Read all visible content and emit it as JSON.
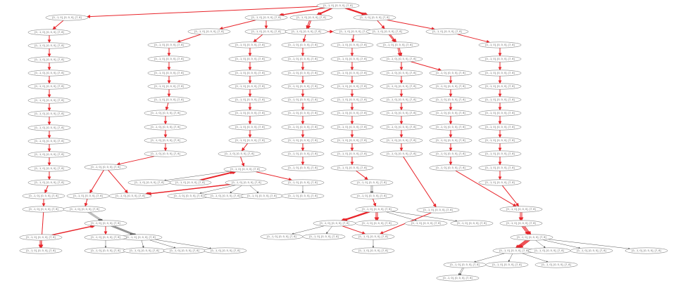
{
  "graph": {
    "title": "",
    "edge_colors": {
      "primary": "#e8242a",
      "secondary": "#444444"
    },
    "node_stroke": "#8a8a8a",
    "node_label": "[0, -1, 0], [0, 0, 0], [7, 8]",
    "nodes": [
      "[0, -1, 0], [0, 0, 0], [7, 8]",
      "[0, -1, 0], [0, 0, 0], [7, 8]",
      "[0, -1, 0], [0, 0, 0], [7, 8]",
      "[0, -1, 0], [0, 0, 0], [7, 8]",
      "[0, -1, 0], [0, 0, 0], [7, 8]",
      "[0, -1, 0], [0, 0, 0], [7, 8]",
      "[0, -1, 0], [0, 0, 0], [7, 8]",
      "[0, -1, 0], [0, 0, 0], [7, 8]",
      "[0, -1, 0], [0, 0, 0], [7, 8]",
      "[0, -1, 0], [0, 0, 0], [7, 8]",
      "[0, -1, 0], [0, 0, 0], [7, 8]",
      "[0, -1, 0], [0, 0, 0], [7, 8]",
      "[0, -1, 0], [0, 0, 0], [7, 8]",
      "[0, -1, 0], [0, 0, 0], [7, 8]",
      "[0, -1, 0], [0, 0, 0], [7, 8]",
      "[0, -1, 0], [0, 0, 0], [7, 8]",
      "[0, -1, 0], [0, 0, 0], [7, 8]",
      "[0, -1, 0], [0, 0, 0], [7, 8]",
      "[0, -1, 0], [0, 0, 0], [7, 8]",
      "[0, -1, 0], [0, 0, 0], [7, 8]",
      "[0, -1, 0], [0, 0, 0], [7, 8]",
      "[0, -1, 0], [0, 0, 0], [7, 8]",
      "[0, -1, 0], [0, 0, 0], [7, 8]",
      "[0, -1, 0], [0, 0, 0], [7, 8]",
      "[0, -1, 0], [0, 0, 0], [7, 8]",
      "[0, -1, 0], [0, 0, 0], [7, 8]",
      "[0, -1, 0], [0, 0, 0], [7, 8]",
      "[0, -1, 0], [0, 0, 0], [7, 8]",
      "[0, -1, 0], [0, 0, 0], [7, 8]",
      "[0, -1, 0], [0, 0, 0], [7, 8]",
      "[0, -1, 0], [0, 0, 0], [7, 8]",
      "[0, -1, 0], [0, 0, 0], [7, 8]",
      "[0, -1, 0], [0, 0, 0], [7, 8]",
      "[0, -1, 0], [0, 0, 0], [7, 8]",
      "[0, -1, 0], [0, 0, 0], [7, 8]",
      "[0, -1, 0], [0, 0, 0], [7, 8]",
      "[0, -1, 0], [0, 0, 0], [7, 8]",
      "[0, -1, 0], [0, 0, 0], [7, 8]",
      "[0, -1, 0], [0, 0, 0], [7, 8]",
      "[0, -1, 0], [0, 0, 0], [7, 8]",
      "[0, -1, 0], [0, 0, 0], [7, 8]",
      "[0, -1, 0], [0, 0, 0], [7, 8]",
      "[0, -1, 0], [0, 0, 0], [7, 8]",
      "[0, -1, 0], [0, 0, 0], [7, 8]",
      "[0, -1, 0], [0, 0, 0], [7, 8]",
      "[0, -1, 0], [0, 0, 0], [7, 8]",
      "[0, -1, 0], [0, 0, 0], [7, 8]",
      "[0, -1, 0], [0, 0, 0], [7, 8]",
      "[0, -1, 0], [0, 0, 0], [7, 8]",
      "[0, -1, 0], [0, 0, 0], [7, 8]",
      "[0, -1, 0], [0, 0, 0], [7, 8]",
      "[0, -1, 0], [0, 0, 0], [7, 8]",
      "[0, -1, 0], [0, 0, 0], [7, 8]",
      "[0, -1, 0], [0, 0, 0], [7, 8]",
      "[0, -1, 0], [0, 0, 0], [7, 8]",
      "[0, -1, 0], [0, 0, 0], [7, 8]",
      "[0, -1, 0], [0, 0, 0], [7, 8]",
      "[0, -1, 0], [0, 0, 0], [7, 8]",
      "[0, -1, 0], [0, 0, 0], [7, 8]",
      "[0, -1, 0], [0, 0, 0], [7, 8]",
      "[0, -1, 0], [0, 0, 0], [7, 8]",
      "[0, -1, 0], [0, 0, 0], [7, 8]",
      "[0, -1, 0], [0, 0, 0], [7, 8]",
      "[0, -1, 0], [0, 0, 0], [7, 8]",
      "[0, -1, 0], [0, 0, 0], [7, 8]",
      "[0, -1, 0], [0, 0, 0], [7, 8]",
      "[0, -1, 0], [0, 0, 0], [7, 8]",
      "[0, -1, 0], [0, 0, 0], [7, 8]",
      "[0, -1, 0], [0, 0, 0], [7, 8]",
      "[0, -1, 0], [0, 0, 0], [7, 8]",
      "[0, -1, 0], [0, 0, 0], [7, 8]",
      "[0, -1, 0], [0, 0, 0], [7, 8]",
      "[0, -1, 0], [0, 0, 0], [7, 8]",
      "[0, -1, 0], [0, 0, 0], [7, 8]",
      "[0, -1, 0], [0, 0, 0], [7, 8]",
      "[0, -1, 0], [0, 0, 0], [7, 8]",
      "[0, -1, 0], [0, 0, 0], [7, 8]",
      "[0, -1, 0], [0, 0, 0], [7, 8]",
      "[0, -1, 0], [0, 0, 0], [7, 8]",
      "[0, -1, 0], [0, 0, 0], [7, 8]",
      "[0, -1, 0], [0, 0, 0], [7, 8]",
      "[0, -1, 0], [0, 0, 0], [7, 8]",
      "[0, -1, 0], [0, 0, 0], [7, 8]",
      "[0, -1, 0], [0, 0, 0], [7, 8]",
      "[0, -1, 0], [0, 0, 0], [7, 8]",
      "[0, -1, 0], [0, 0, 0], [7, 8]",
      "[0, -1, 0], [0, 0, 0], [7, 8]",
      "[0, -1, 0], [0, 0, 0], [7, 8]",
      "[0, -1, 0], [0, 0, 0], [7, 8]",
      "[0, -1, 0], [0, 0, 0], [7, 8]",
      "[0, -1, 0], [0, 0, 0], [7, 8]",
      "[0, -1, 0], [0, 0, 0], [7, 8]",
      "[0, -1, 0], [0, 0, 0], [7, 8]",
      "[0, -1, 0], [0, 0, 0], [7, 8]",
      "[0, -1, 0], [0, 0, 0], [7, 8]",
      "[0, -1, 0], [0, 0, 0], [7, 8]",
      "[0, -1, 0], [0, 0, 0], [7, 8]",
      "[0, -1, 0], [0, 0, 0], [7, 8]",
      "[0, -1, 0], [0, 0, 0], [7, 8]",
      "[0, -1, 0], [0, 0, 0], [7, 8]",
      "[0, -1, 0], [0, 0, 0], [7, 8]",
      "[0, -1, 0], [0, 0, 0], [7, 8]",
      "[0, -1, 0], [0, 0, 0], [7, 8]",
      "[0, -1, 0], [0, 0, 0], [7, 8]",
      "[0, -1, 0], [0, 0, 0], [7, 8]",
      "[0, -1, 0], [0, 0, 0], [7, 8]",
      "[0, -1, 0], [0, 0, 0], [7, 8]",
      "[0, -1, 0], [0, 0, 0], [7, 8]",
      "[0, -1, 0], [0, 0, 0], [7, 8]",
      "[0, -1, 0], [0, 0, 0], [7, 8]",
      "[0, -1, 0], [0, 0, 0], [7, 8]",
      "[0, -1, 0], [0, 0, 0], [7, 8]",
      "[0, -1, 0], [0, 0, 0], [7, 8]",
      "[0, -1, 0], [0, 0, 0], [7, 8]",
      "[0, -1, 0], [0, 0, 0], [7, 8]",
      "[0, -1, 0], [0, 0, 0], [7, 8]",
      "[0, -1, 0], [0, 0, 0], [7, 8]",
      "[0, -1, 0], [0, 0, 0], [7, 8]",
      "[0, -1, 0], [0, 0, 0], [7, 8]",
      "[0, -1, 0], [0, 0, 0], [7, 8]",
      "[0, -1, 0], [0, 0, 0], [7, 8]",
      "[0, -1, 0], [0, 0, 0], [7, 8]",
      "[0, -1, 0], [0, 0, 0], [7, 8]",
      "[0, -1, 0], [0, 0, 0], [7, 8]",
      "[0, -1, 0], [0, 0, 0], [7, 8]",
      "[0, -1, 0], [0, 0, 0], [7, 8]",
      "[0, -1, 0], [0, 0, 0], [7, 8]",
      "[0, -1, 0], [0, 0, 0], [7, 8]",
      "[0, -1, 0], [0, 0, 0], [7, 8]",
      "[0, -1, 0], [0, 0, 0], [7, 8]",
      "[0, -1, 0], [0, 0, 0], [7, 8]",
      "[0, -1, 0], [0, 0, 0], [7, 8]",
      "[0, -1, 0], [0, 0, 0], [7, 8]",
      "[0, -1, 0], [0, 0, 0], [7, 8]",
      "[0, -1, 0], [0, 0, 0], [7, 8]",
      "[0, -1, 0], [0, 0, 0], [7, 8]",
      "[0, -1, 0], [0, 0, 0], [7, 8]",
      "[0, -1, 0], [0, 0, 0], [7, 8]"
    ]
  }
}
